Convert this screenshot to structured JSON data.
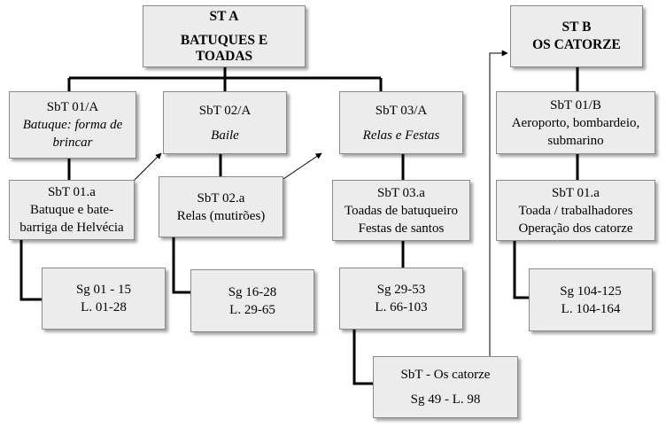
{
  "nodes": {
    "st_a": {
      "line1": "ST A",
      "line2": "BATUQUES E",
      "line3": "TOADAS"
    },
    "st_b": {
      "line1": "ST B",
      "line2": "OS CATORZE"
    },
    "sbt_01a": {
      "line1": "SbT 01/A",
      "line2": "Batuque: forma de",
      "line3": "brincar"
    },
    "sbt_02a": {
      "line1": "SbT 02/A",
      "line2": "Baile"
    },
    "sbt_03a": {
      "line1": "SbT 03/A",
      "line2": "Relas e Festas"
    },
    "sbt_01b": {
      "line1": "SbT 01/B",
      "line2": "Aeroporto, bombardeio,",
      "line3": "submarino"
    },
    "sbt_01a_sub": {
      "line1": "SbT 01.a",
      "line2": "Batuque e bate-",
      "line3": "barriga de Helvécia"
    },
    "sbt_02a_sub": {
      "line1": "SbT 02.a",
      "line2": "Relas (mutirões)"
    },
    "sbt_03a_sub": {
      "line1": "SbT 03.a",
      "line2": "Toadas de batuqueiro",
      "line3": "Festas de santos"
    },
    "sbt_01b_sub": {
      "line1": "SbT 01.a",
      "line2": "Toada / trabalhadores",
      "line3": "Operação dos catorze"
    },
    "sg_01": {
      "line1": "Sg 01 - 15",
      "line2": "L. 01-28"
    },
    "sg_16": {
      "line1": "Sg 16-28",
      "line2": "L. 29-65"
    },
    "sg_29": {
      "line1": "Sg 29-53",
      "line2": "L. 66-103"
    },
    "sg_104": {
      "line1": "Sg 104-125",
      "line2": "L. 104-164"
    },
    "os_catorze": {
      "line1": "SbT - Os catorze",
      "line2": "Sg 49 - L. 98"
    }
  }
}
